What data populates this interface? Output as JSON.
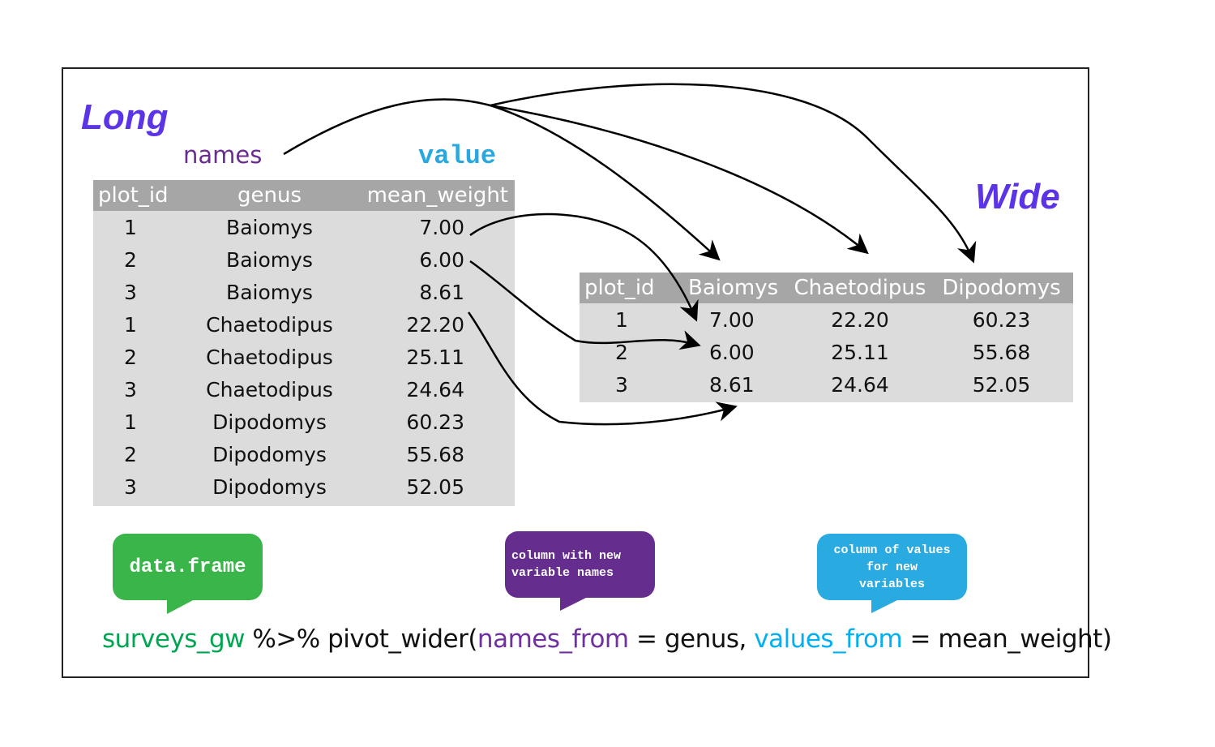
{
  "long": {
    "title": "Long",
    "names_label": "names",
    "value_label": "value",
    "headers": [
      "plot_id",
      "genus",
      "mean_weight"
    ],
    "rows": [
      [
        "1",
        "Baiomys",
        "7.00"
      ],
      [
        "2",
        "Baiomys",
        "6.00"
      ],
      [
        "3",
        "Baiomys",
        "8.61"
      ],
      [
        "1",
        "Chaetodipus",
        "22.20"
      ],
      [
        "2",
        "Chaetodipus",
        "25.11"
      ],
      [
        "3",
        "Chaetodipus",
        "24.64"
      ],
      [
        "1",
        "Dipodomys",
        "60.23"
      ],
      [
        "2",
        "Dipodomys",
        "55.68"
      ],
      [
        "3",
        "Dipodomys",
        "52.05"
      ]
    ]
  },
  "wide": {
    "title": "Wide",
    "headers": [
      "plot_id",
      "Baiomys",
      "Chaetodipus",
      "Dipodomys"
    ],
    "rows": [
      [
        "1",
        "7.00",
        "22.20",
        "60.23"
      ],
      [
        "2",
        "6.00",
        "25.11",
        "55.68"
      ],
      [
        "3",
        "8.61",
        "24.64",
        "52.05"
      ]
    ]
  },
  "bubbles": {
    "dataframe": "data.frame",
    "names_line1": "column with new",
    "names_line2": "variable names",
    "values_line1": "column of values",
    "values_line2": "for new",
    "values_line3": "variables"
  },
  "code": {
    "df": "surveys_gw",
    "pipe": " %>% pivot_wider(",
    "names_arg": "names_from",
    "mid": " = genus, ",
    "values_arg": "values_from",
    "end": " = mean_weight)"
  },
  "colors": {
    "title": "#5b34e8",
    "names": "#6b2c91",
    "value": "#29a8e0",
    "dataframe": "#3ab54a",
    "names_bubble": "#652d8e",
    "values_bubble": "#29aae1",
    "code_df": "#00a651",
    "code_names": "#7030a0",
    "code_values": "#00b0f0"
  }
}
